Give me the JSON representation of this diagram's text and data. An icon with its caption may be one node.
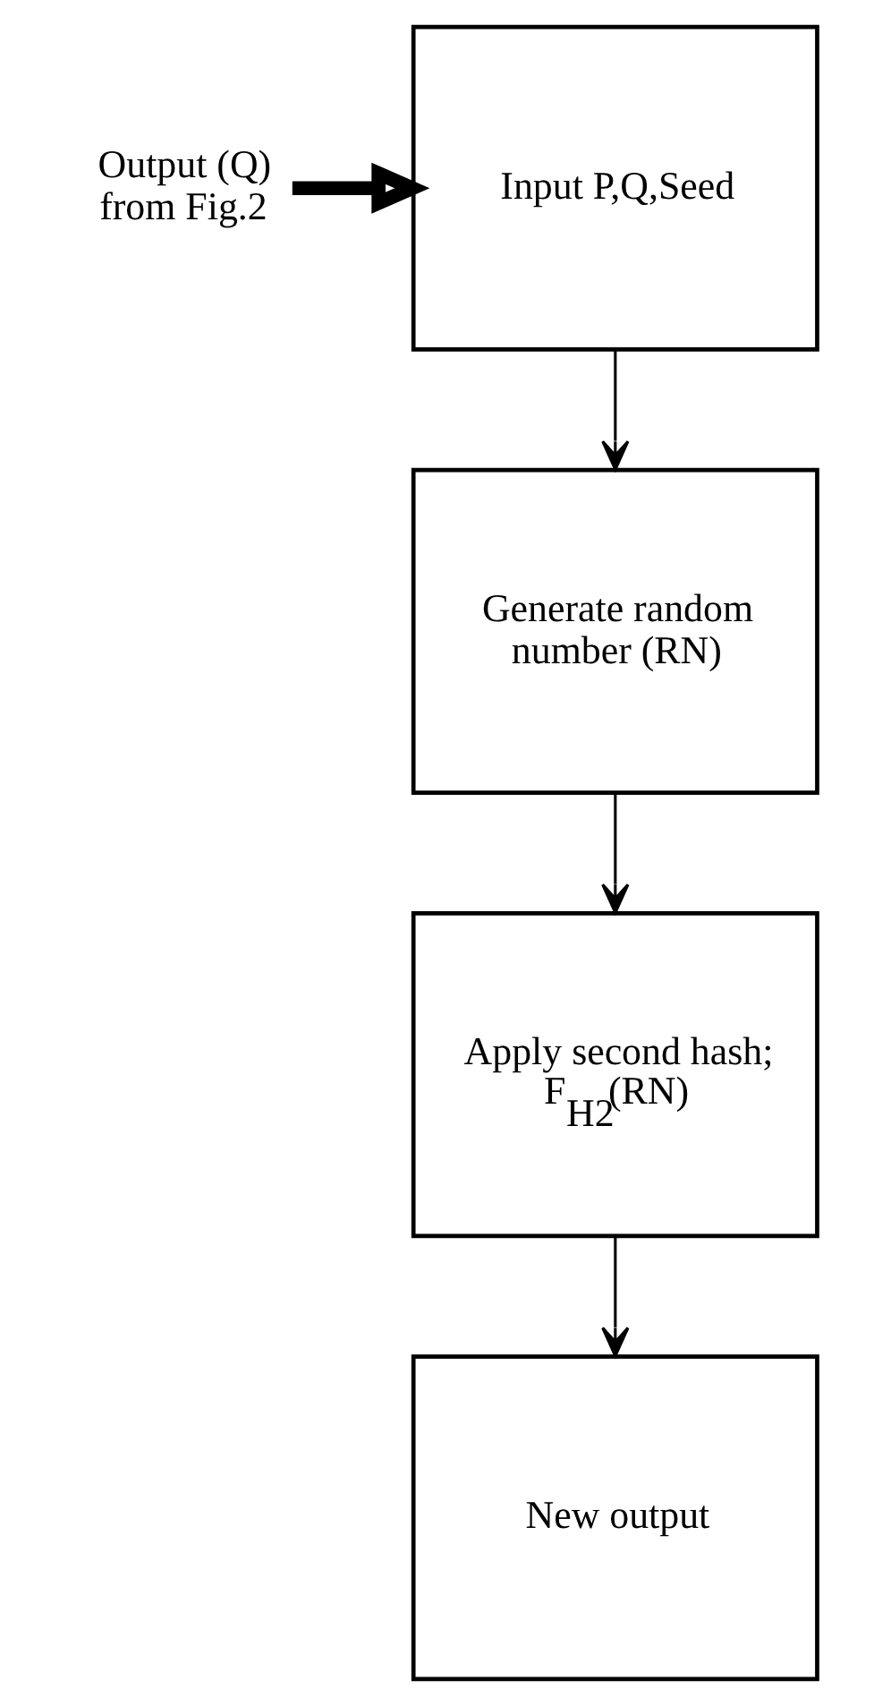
{
  "diagram": {
    "nodes": [
      {
        "text": [
          "Output (Q) from Fig.2"
        ]
      },
      {
        "text": [
          "Input P,Q,Seed"
        ]
      },
      {
        "text": [
          "Generate random number (RN)"
        ]
      },
      {
        "text": [
          "Apply second hash; F$_{H2}$(RN)"
        ]
      },
      {
        "text": [
          "New output"
        ]
      }
    ],
    "edges": [
      {
        "from": 0,
        "to": 1,
        "arrow": "to",
        "style": "thick"
      },
      {
        "from": 1,
        "to": 2,
        "arrow": "to"
      },
      {
        "from": 2,
        "to": 3,
        "arrow": "to"
      },
      {
        "from": 3,
        "to": 4,
        "arrow": "to"
      }
    ]
  }
}
